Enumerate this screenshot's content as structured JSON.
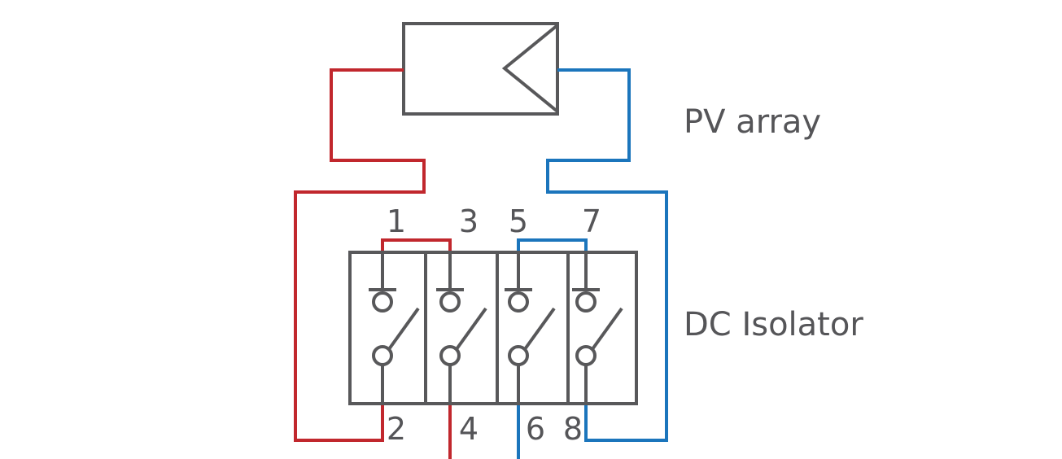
{
  "labels": {
    "pv_array": "PV array",
    "dc_isolator": "DC Isolator"
  },
  "terminals": {
    "t1": "1",
    "t2": "2",
    "t3": "3",
    "t4": "4",
    "t5": "5",
    "t6": "6",
    "t7": "7",
    "t8": "8"
  },
  "colors": {
    "positive_wire": "#c1272d",
    "negative_wire": "#1b75bc",
    "outline": "#58585a",
    "text": "#555558"
  }
}
